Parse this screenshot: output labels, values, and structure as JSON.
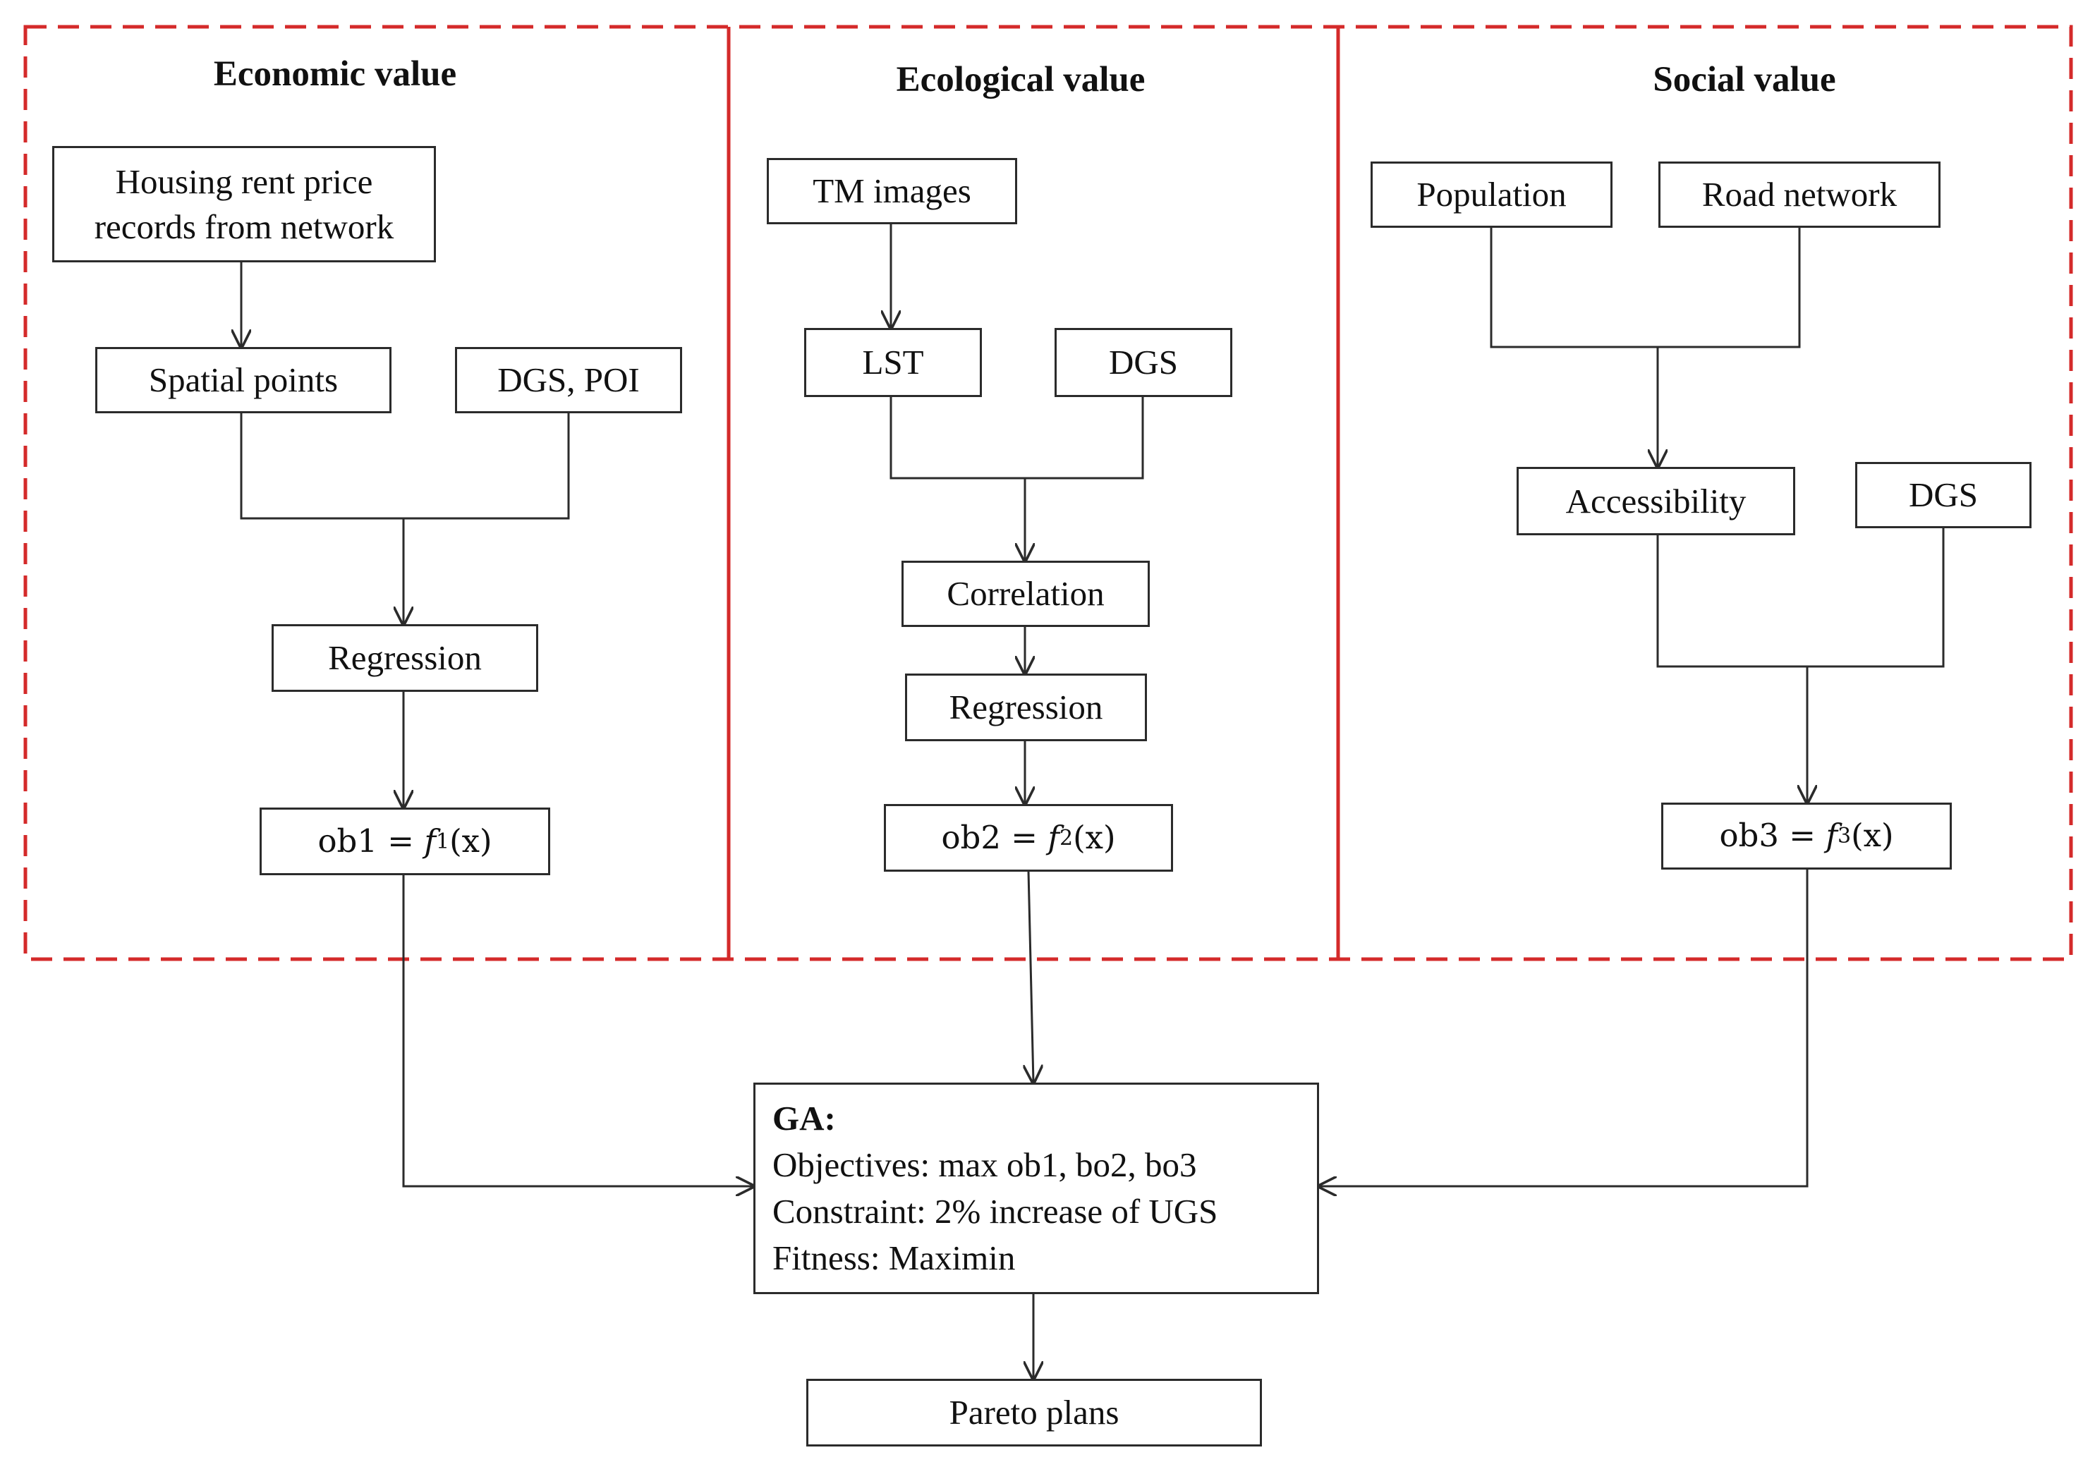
{
  "colors": {
    "dashed_frame": "#d42a2a",
    "box_border": "#2b2b2b",
    "text": "#111111"
  },
  "panels": {
    "economic": {
      "heading": "Economic value",
      "housing": [
        "Housing rent price",
        "records from network"
      ],
      "spatial_points": "Spatial points",
      "dgs_poi": "DGS, POI",
      "regression": "Regression",
      "objective": {
        "lhs": "ob1",
        "eq": "=",
        "f": "f",
        "sub": "1",
        "arg": "(x)"
      }
    },
    "ecological": {
      "heading": "Ecological value",
      "tm_images": "TM images",
      "lst": "LST",
      "dgs": "DGS",
      "correlation": "Correlation",
      "regression": "Regression",
      "objective": {
        "lhs": "ob2",
        "eq": "=",
        "f": "f",
        "sub": "2",
        "arg": "(x)"
      }
    },
    "social": {
      "heading": "Social value",
      "population": "Population",
      "road_network": "Road network",
      "accessibility": "Accessibility",
      "dgs": "DGS",
      "objective": {
        "lhs": "ob3",
        "eq": "=",
        "f": "f",
        "sub": "3",
        "arg": "(x)"
      }
    }
  },
  "ga": {
    "title": "GA:",
    "objectives": "Objectives:  max ob1, bo2, bo3",
    "constraint": "Constraint:  2% increase of UGS",
    "fitness": "Fitness:  Maximin"
  },
  "output": "Pareto plans"
}
